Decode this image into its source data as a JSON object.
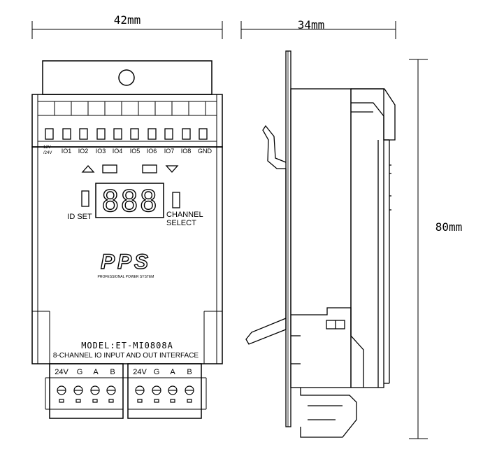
{
  "dimensions": {
    "width_label": "42mm",
    "depth_label": "34mm",
    "height_label": "80mm"
  },
  "front": {
    "terminal_labels": [
      "12V /24V",
      "IO1",
      "IO2",
      "IO3",
      "IO4",
      "IO5",
      "IO6",
      "IO7",
      "IO8",
      "GND"
    ],
    "supply_top": "12V",
    "supply_bottom": "/24V",
    "id_set_label": "ID SET",
    "channel_label": "CHANNEL",
    "select_label": "SELECT",
    "display_value": "888",
    "logo_text": "PPS",
    "logo_subtitle": "PROFESSIONAL POWER SYSTEM",
    "model_label": "MODEL:ET-MI0808A",
    "description": "8-CHANNEL IO INPUT AND OUT INTERFACE",
    "bottom_terminals": [
      "24V",
      "G",
      "A",
      "B",
      "24V",
      "G",
      "A",
      "B"
    ]
  }
}
